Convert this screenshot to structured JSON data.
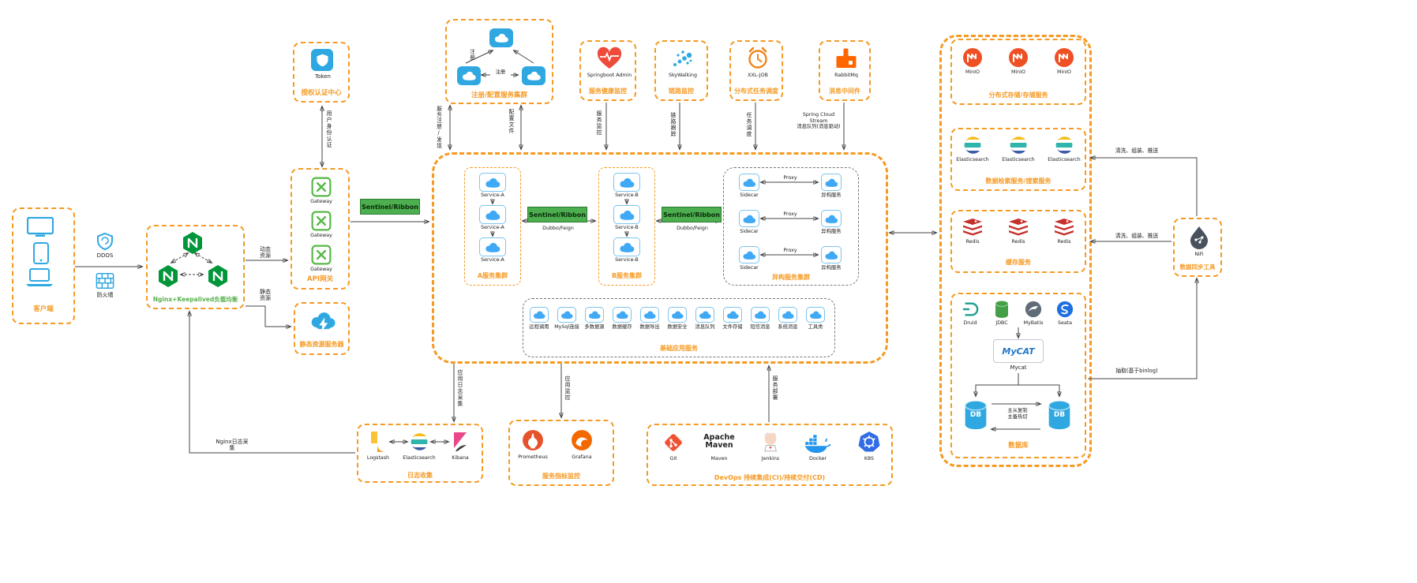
{
  "colors": {
    "accent_orange": "#f59a23",
    "blue": "#2fa8e1",
    "green": "#4cae4f",
    "nginx_green": "#009639",
    "redis_red": "#c6302b",
    "arrow": "#444444"
  },
  "client": {
    "title": "客户端"
  },
  "edge_icons": {
    "ddos": "DDOS",
    "firewall": "防火墙"
  },
  "nginx": {
    "title": "Nginx+Keepalived负载均衡"
  },
  "auth": {
    "item": "Token",
    "title": "授权认证中心"
  },
  "gateway": {
    "items": [
      "Gateway",
      "Gateway",
      "Gateway"
    ],
    "title": "API网关"
  },
  "static_server": {
    "title": "静态资源服务器"
  },
  "registry": {
    "title": "注册/配置服务集群",
    "register1": "注册",
    "register2": "注册"
  },
  "monitors": {
    "sba": {
      "name": "Springboot Admin",
      "title": "服务健康监控"
    },
    "skywalking": {
      "name": "SkyWalking",
      "title": "链路监控"
    },
    "xxljob": {
      "name": "XXL-JOB",
      "title": "分布式任务调度"
    },
    "rabbitmq": {
      "name": "RabbitMq",
      "title": "消息中间件"
    }
  },
  "center": {
    "sentinel": "Sentinel/Ribbon",
    "dubbo": "Dubbo/Feign",
    "cluster_a": {
      "items": [
        "Service-A",
        "Service-A",
        "Service-A"
      ],
      "title": "A服务集群"
    },
    "cluster_b": {
      "items": [
        "Service-B",
        "Service-B",
        "Service-B"
      ],
      "title": "B服务集群"
    },
    "hetero": {
      "title": "异构服务集群",
      "sidecar": "Sidecar",
      "proxy": "Proxy",
      "service": "异构服务"
    },
    "base": {
      "title": "基础应用服务",
      "items": [
        "远程调用",
        "MySql连接",
        "多数据源",
        "数据缓存",
        "数据导出",
        "数据安全",
        "消息队列",
        "文件存储",
        "短信消息",
        "系统消息",
        "工具类"
      ]
    }
  },
  "right": {
    "storage": {
      "title": "分布式存储/存储服务",
      "items": [
        "MinIO",
        "MinIO",
        "MinIO"
      ]
    },
    "search": {
      "title": "数据检索服务/搜索服务",
      "items": [
        "Elasticsearch",
        "Elasticsearch",
        "Elasticsearch"
      ]
    },
    "cache": {
      "title": "缓存服务",
      "items": [
        "Redis",
        "Redis",
        "Redis"
      ]
    },
    "database": {
      "title": "数据库",
      "drivers": [
        "Druid",
        "JDBC",
        "MyBatis",
        "Seata"
      ],
      "mycat_logo": "MyCAT",
      "mycat": "Mycat",
      "db_left": "DB",
      "db_right": "DB",
      "replication": "主从复制\n主备热切"
    }
  },
  "nifi": {
    "name": "NiFi",
    "title": "数据同步工具"
  },
  "elk": {
    "title": "日志收集",
    "items": [
      "Logstash",
      "Elasticsearch",
      "Kibana"
    ]
  },
  "metrics": {
    "title": "服务指标监控",
    "items": [
      "Prometheus",
      "Grafana"
    ]
  },
  "devops": {
    "title": "DevOps 持续集成(CI)/持续交付(CD)",
    "maven_logo": "Apache Maven",
    "items": [
      "Git",
      "Maven",
      "Jenkins",
      "Docker",
      "K8S"
    ]
  },
  "edges": {
    "auth_flow": "用户身份认证",
    "dynamic": "动态资源",
    "static": "静态资源",
    "reg_discovery": "服务注册/发现",
    "config": "配置文件",
    "svc_monitor": "服务监控",
    "trace": "链路跟踪",
    "task": "任务调度",
    "stream": "Spring Cloud Stream\n消息队列(消息驱动)",
    "clean_push_1": "清洗、组装、推送",
    "clean_push_2": "清洗、组装、推送",
    "binlog": "抽取(基于binlog)",
    "app_log": "应用日志采集",
    "app_monitor": "应用监控",
    "deploy": "服务部署",
    "nginx_log": "Nginx日志采集"
  }
}
